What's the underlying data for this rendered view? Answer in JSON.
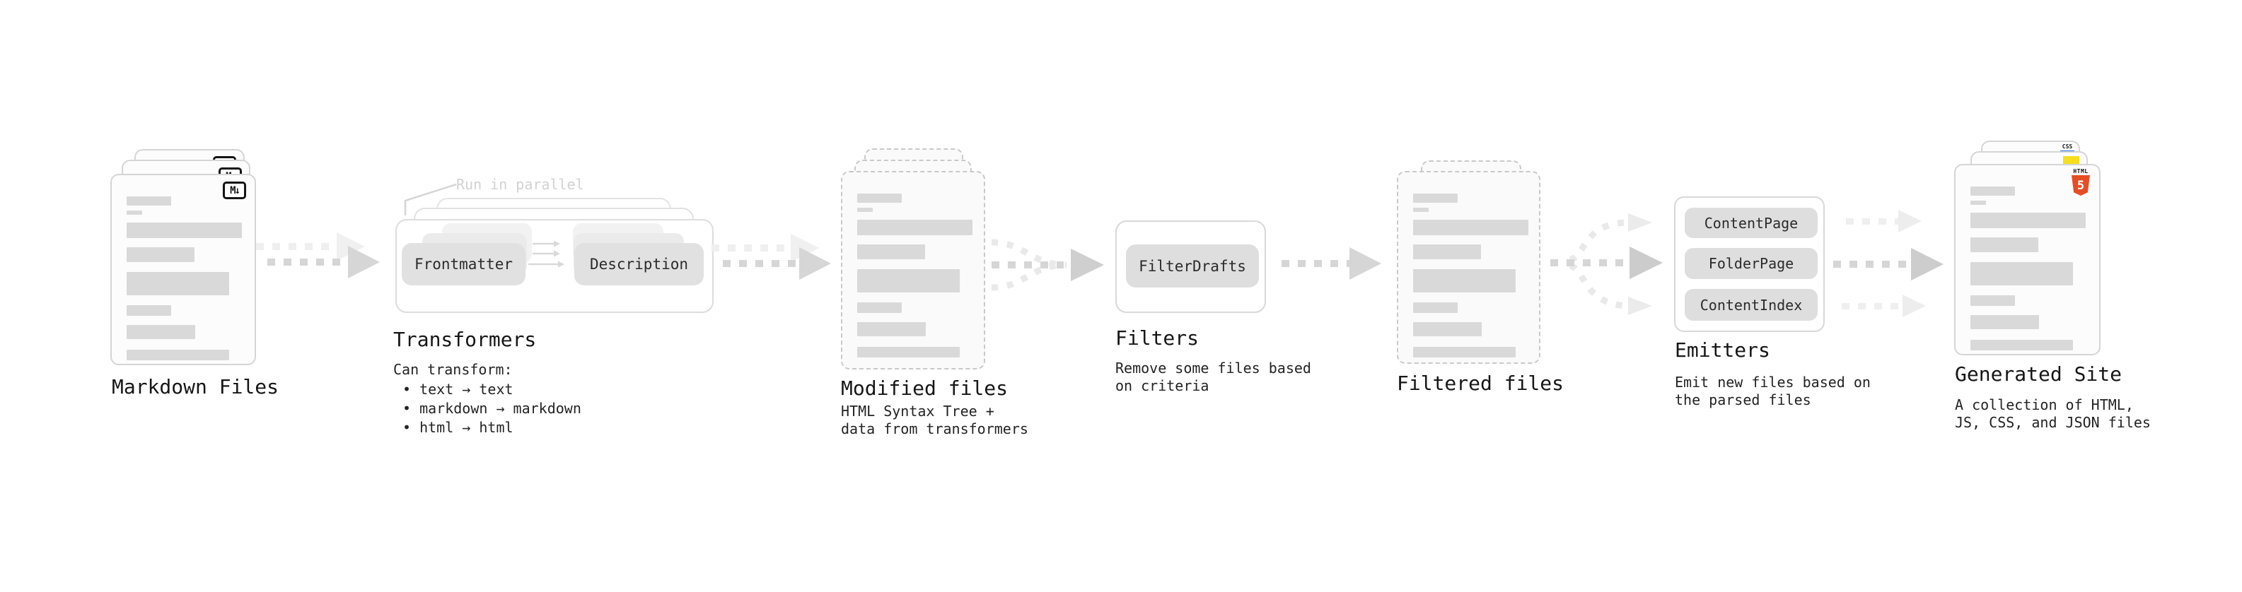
{
  "diagram": {
    "markdown_files": {
      "title": "Markdown Files",
      "badge": "M↓"
    },
    "transformers": {
      "title": "Transformers",
      "note": "Run in parallel",
      "pill_left": "Frontmatter",
      "pill_right": "Description",
      "desc_heading": "Can transform:",
      "bullets": [
        "• text → text",
        "• markdown → markdown",
        "• html → html"
      ]
    },
    "modified_files": {
      "title": "Modified files",
      "desc1": "HTML Syntax Tree +",
      "desc2": "data from transformers"
    },
    "filters": {
      "title": "Filters",
      "pill": "FilterDrafts",
      "desc1": "Remove some files based",
      "desc2": "on criteria"
    },
    "filtered_files": {
      "title": "Filtered files"
    },
    "emitters": {
      "title": "Emitters",
      "pill1": "ContentPage",
      "pill2": "FolderPage",
      "pill3": "ContentIndex",
      "desc1": "Emit new files based on",
      "desc2": "the parsed files"
    },
    "generated_site": {
      "title": "Generated Site",
      "desc1": "A collection of HTML,",
      "desc2": "JS, CSS, and JSON files",
      "badge_html_label": "HTML",
      "badge_html_number": "5",
      "badge_css_label": "CSS"
    }
  },
  "colors": {
    "html5_orange": "#e44d26",
    "js_yellow": "#f6de1d",
    "css_blue": "#2d6ff0",
    "bar_gray": "#d9d9d9",
    "arrow_gray": "#d6d6d6",
    "note_gray": "#d2d2d2"
  }
}
